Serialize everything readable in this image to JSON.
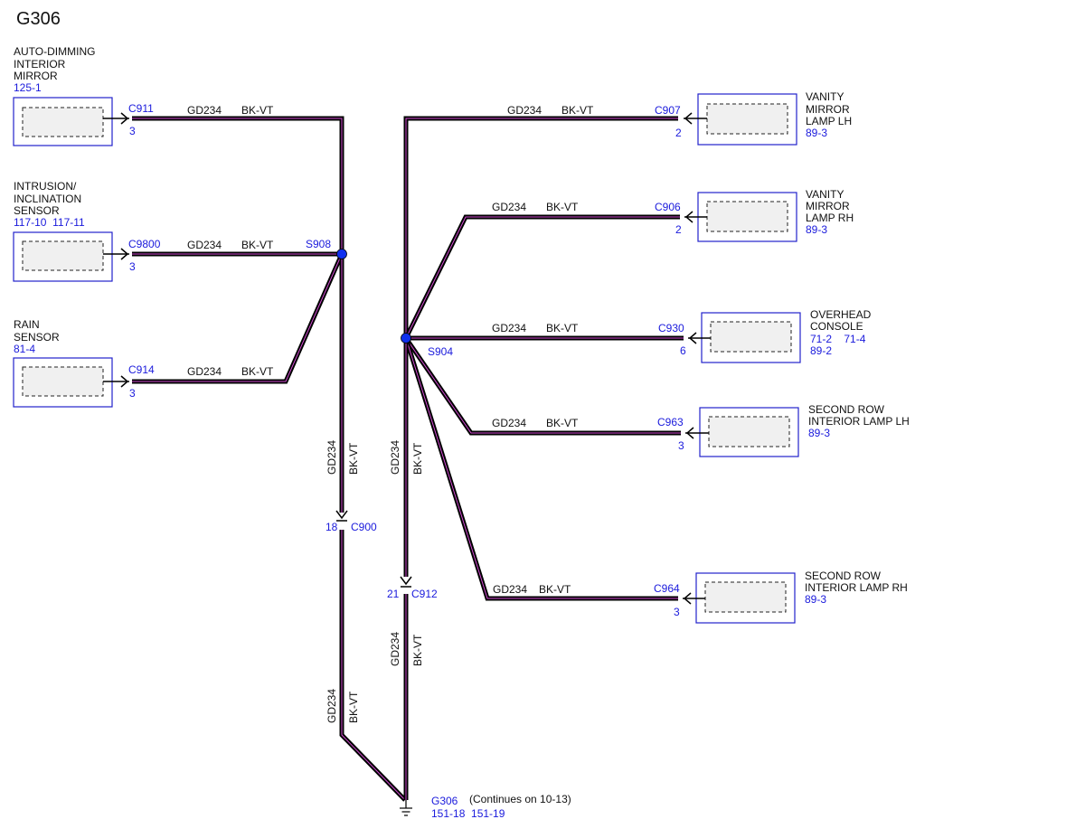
{
  "title": "G306",
  "wire": {
    "circuit": "GD234",
    "color": "BK-VT"
  },
  "components": {
    "auto_dimming_mirror": {
      "lines": [
        "AUTO-DIMMING",
        "INTERIOR",
        "MIRROR"
      ],
      "ref": "125-1",
      "connector": "C911",
      "pin": "3"
    },
    "intrusion_sensor": {
      "lines": [
        "INTRUSION/",
        "INCLINATION",
        "SENSOR"
      ],
      "ref": "117-10  117-11",
      "connector": "C9800",
      "pin": "3"
    },
    "rain_sensor": {
      "lines": [
        "RAIN",
        "SENSOR"
      ],
      "ref": "81-4",
      "connector": "C914",
      "pin": "3"
    },
    "vanity_lh": {
      "lines": [
        "VANITY",
        "MIRROR",
        "LAMP LH"
      ],
      "ref": "89-3",
      "connector": "C907",
      "pin": "2"
    },
    "vanity_rh": {
      "lines": [
        "VANITY",
        "MIRROR",
        "LAMP RH"
      ],
      "ref": "89-3",
      "connector": "C906",
      "pin": "2"
    },
    "overhead_console": {
      "lines": [
        "OVERHEAD",
        "CONSOLE"
      ],
      "ref": "71-2    71-4",
      "ref2": "89-2",
      "connector": "C930",
      "pin": "6"
    },
    "second_row_lh": {
      "lines": [
        "SECOND ROW",
        "INTERIOR LAMP LH"
      ],
      "ref": "89-3",
      "connector": "C963",
      "pin": "3"
    },
    "second_row_rh": {
      "lines": [
        "SECOND ROW",
        "INTERIOR LAMP RH"
      ],
      "ref": "89-3",
      "connector": "C964",
      "pin": "3"
    }
  },
  "splices": {
    "s908": "S908",
    "s904": "S904"
  },
  "inline": {
    "c900": {
      "pin": "18",
      "connector": "C900"
    },
    "c912": {
      "pin": "21",
      "connector": "C912"
    }
  },
  "ground": {
    "label": "G306",
    "refs": "151-18  151-19",
    "note": "(Continues on 10-13)"
  },
  "colors": {
    "accent_blue": "#1a1adc",
    "wire_outer": "#000000",
    "wire_inner": "#d04ad0"
  }
}
